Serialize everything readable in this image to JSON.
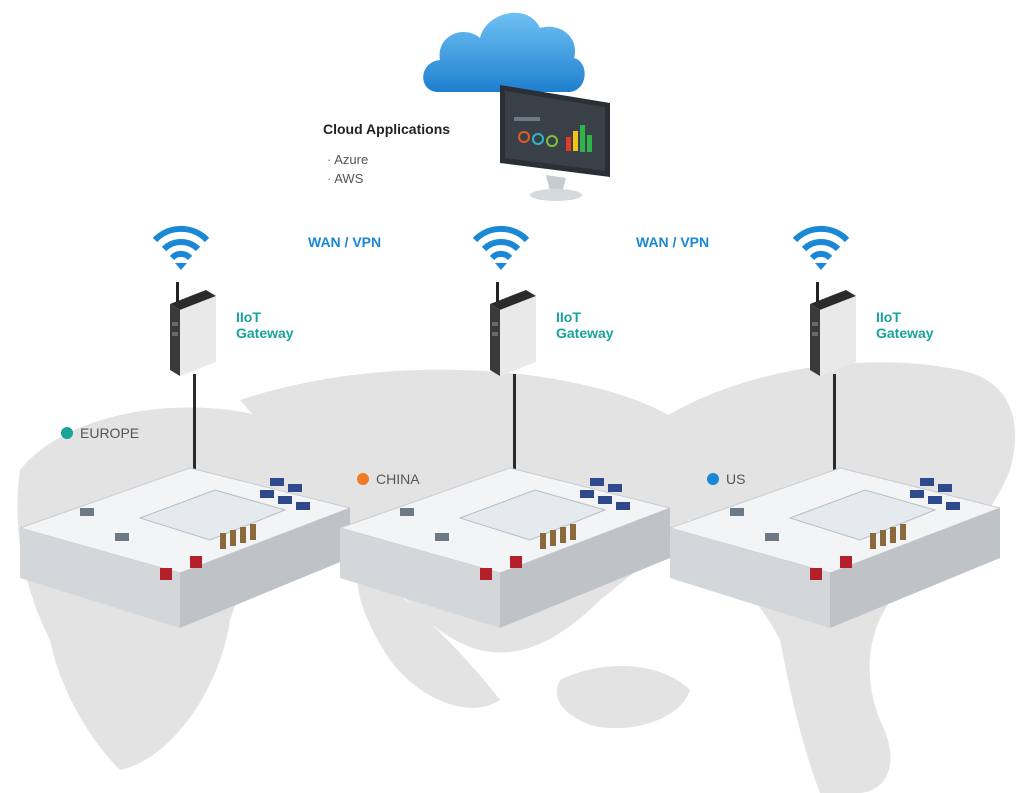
{
  "cloud": {
    "title": "Cloud Applications",
    "items": [
      "Azure",
      "AWS"
    ],
    "cloud_color": "#2a8fd8"
  },
  "links": [
    {
      "label": "WAN / VPN"
    },
    {
      "label": "WAN / VPN"
    }
  ],
  "gateways": [
    {
      "line1": "IIoT",
      "line2": "Gateway"
    },
    {
      "line1": "IIoT",
      "line2": "Gateway"
    },
    {
      "line1": "IIoT",
      "line2": "Gateway"
    }
  ],
  "regions": [
    {
      "label": "EUROPE",
      "color": "#1aa39a"
    },
    {
      "label": "CHINA",
      "color": "#ef7b26"
    },
    {
      "label": "US",
      "color": "#1a88d6"
    }
  ],
  "colors": {
    "wifi": "#1a88d6",
    "gateway_label": "#1aa39a",
    "wan_label": "#1a88d6",
    "map": "#dedede"
  }
}
